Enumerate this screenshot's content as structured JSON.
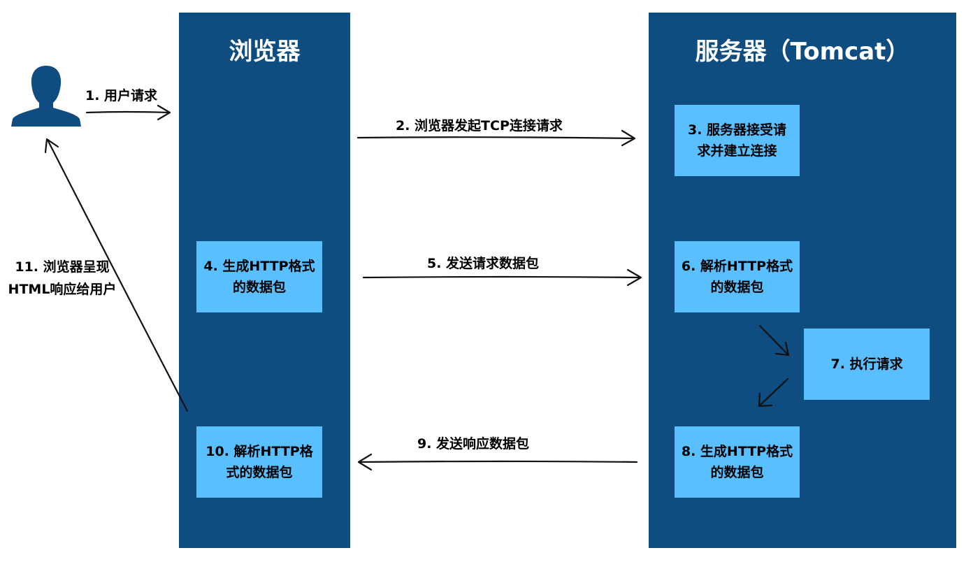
{
  "lanes": {
    "browser": "浏览器",
    "server": "服务器（Tomcat）"
  },
  "steps": {
    "s1": "1. 用户请求",
    "s2": "2. 浏览器发起TCP连接请求",
    "s3": "3. 服务器接受请\n求并建立连接",
    "s4": "4. 生成HTTP格式\n的数据包",
    "s5": "5. 发送请求数据包",
    "s6": "6. 解析HTTP格式\n的数据包",
    "s7": "7. 执行请求",
    "s8": "8. 生成HTTP格式\n的数据包",
    "s9": "9. 发送响应数据包",
    "s10": "10. 解析HTTP格\n式的数据包",
    "s11": "11. 浏览器呈现\nHTML响应给用户"
  },
  "icons": {
    "user": "user-icon"
  },
  "colors": {
    "lane": "#0f4c7f",
    "box": "#59bfff",
    "user": "#0f4c7f"
  }
}
